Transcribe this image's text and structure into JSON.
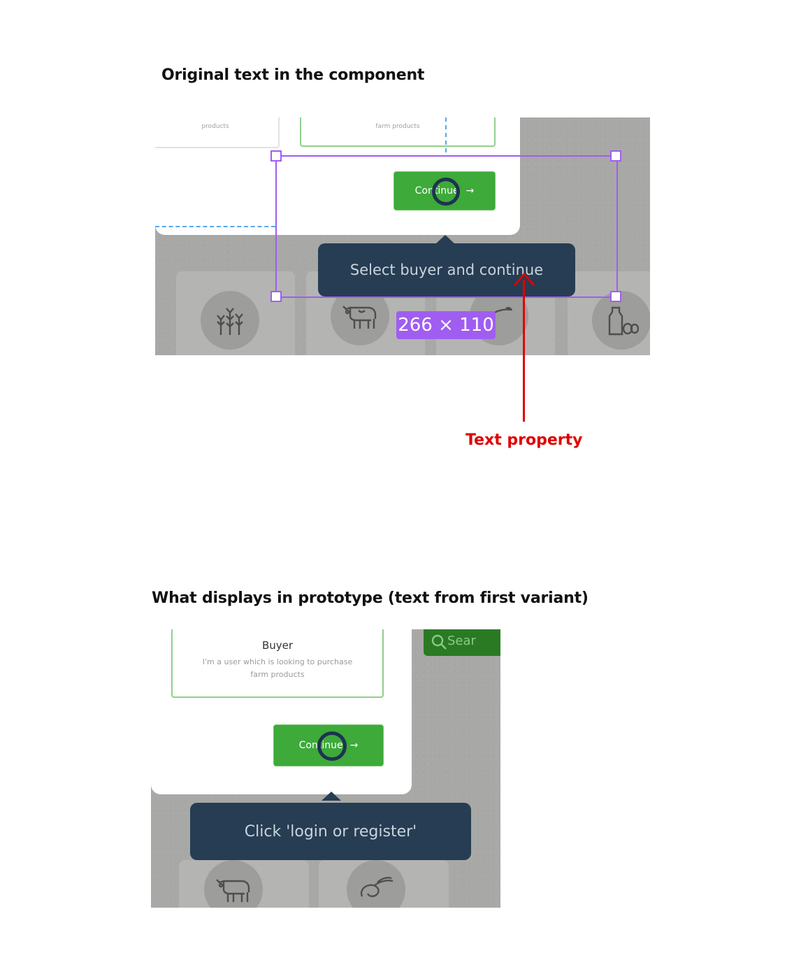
{
  "headings": {
    "top": "Original text in the component",
    "bottom": "What displays in prototype (text from first variant)"
  },
  "top_panel": {
    "left_card_desc": "products",
    "middle_card_desc": "farm products",
    "continue_label": "Continue",
    "tooltip_text": "Select buyer and continue",
    "selection_size": "266 × 110",
    "annotation": "Text property",
    "colors": {
      "accent_green": "#3daa3a",
      "tooltip_bg": "#263d53",
      "selection": "#a05ef0",
      "annotation": "#e00000"
    }
  },
  "bottom_panel": {
    "card_title": "Buyer",
    "card_desc_line1": "I'm a user which is looking to purchase",
    "card_desc_line2": "farm products",
    "continue_label": "Continue",
    "tooltip_text": "Click 'login or register'",
    "search_label": "Sear"
  },
  "icons": [
    "crops-icon",
    "livestock-icon",
    "shrimp-icon",
    "dairy-eggs-icon",
    "search-icon",
    "arrow-right-icon"
  ]
}
